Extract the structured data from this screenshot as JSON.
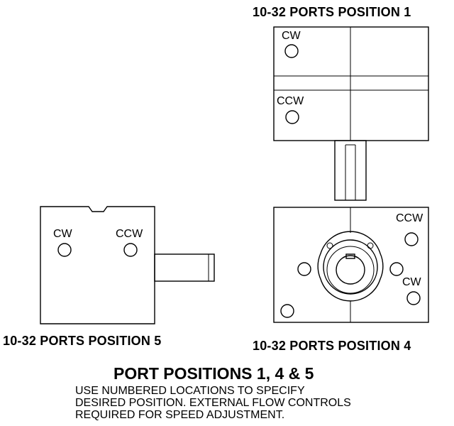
{
  "views": {
    "position1": {
      "heading": "10-32 PORTS POSITION 1",
      "port_cw": "CW",
      "port_ccw": "CCW"
    },
    "position4": {
      "heading": "10-32 PORTS POSITION 4",
      "port_ccw": "CCW",
      "port_cw": "CW"
    },
    "position5": {
      "heading": "10-32 PORTS POSITION 5",
      "port_cw": "CW",
      "port_ccw": "CCW"
    }
  },
  "footer": {
    "title": "PORT POSITIONS 1, 4 & 5",
    "note_lines": [
      "USE NUMBERED LOCATIONS TO SPECIFY",
      "DESIRED POSITION. EXTERNAL FLOW CONTROLS",
      "REQUIRED FOR SPEED ADJUSTMENT."
    ]
  }
}
